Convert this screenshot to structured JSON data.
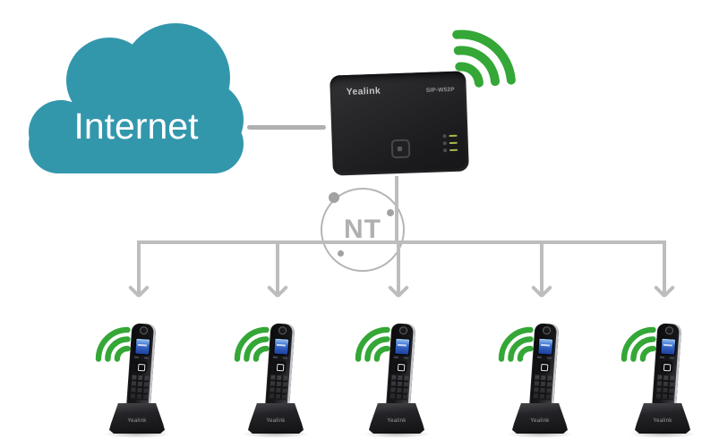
{
  "diagram": {
    "internet_cloud": {
      "label": "Internet"
    },
    "base_station": {
      "brand": "Yealink",
      "model": "SIP-W52P",
      "led_count": 3
    },
    "watermark": {
      "text": "NT"
    },
    "handsets": [
      {
        "brand": "Yealink"
      },
      {
        "brand": "Yealink"
      },
      {
        "brand": "Yealink"
      },
      {
        "brand": "Yealink"
      },
      {
        "brand": "Yealink"
      }
    ],
    "colors": {
      "cloud_teal": "#3397ac",
      "wifi_green": "#34a737",
      "connector_gray": "#bdbdbd",
      "watermark_gray": "#b0b0b0",
      "device_black": "#1d1d1f",
      "screen_blue": "#3b6fd0",
      "led_green": "#a8b84a"
    }
  }
}
